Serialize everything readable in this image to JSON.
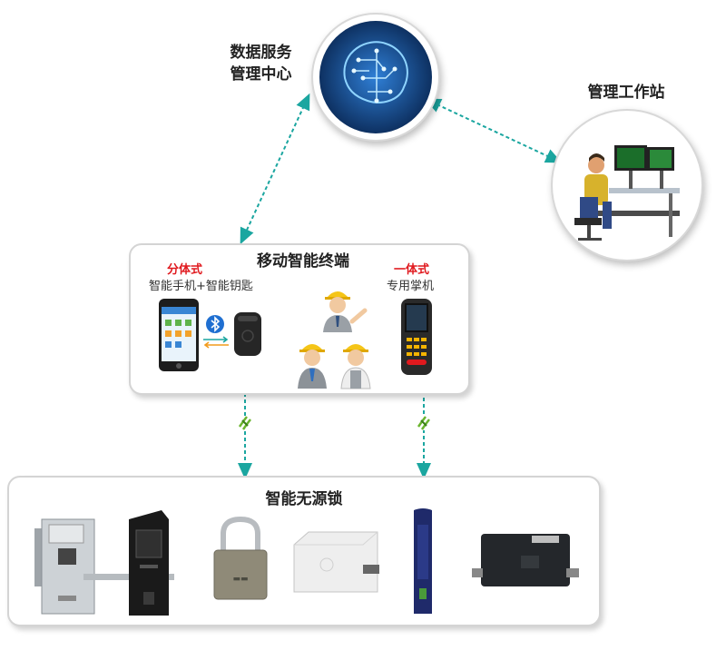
{
  "server": {
    "line1": "数据服务",
    "line2": "管理中心"
  },
  "workstation": {
    "label": "管理工作站"
  },
  "mobile": {
    "title": "移动智能终端",
    "split": {
      "tag": "分体式",
      "desc": "智能手机+智能钥匙"
    },
    "integrated": {
      "tag": "一体式",
      "desc": "专用掌机"
    }
  },
  "locks": {
    "title": "智能无源锁"
  },
  "colors": {
    "link": "#1ba6a0",
    "accent": "#e0191e",
    "panel_border": "#d4d4d4"
  },
  "icons": [
    "brain-network-icon",
    "operator-workstation-icon",
    "smartphone-icon",
    "bluetooth-icon",
    "sync-arrows-icon",
    "smart-key-icon",
    "workers-icon",
    "handheld-terminal-icon",
    "wireless-signal-icon",
    "padlock-icon",
    "cabinet-lock-icon",
    "rod-lock-icon",
    "box-lock-icon",
    "door-lock-icon"
  ]
}
